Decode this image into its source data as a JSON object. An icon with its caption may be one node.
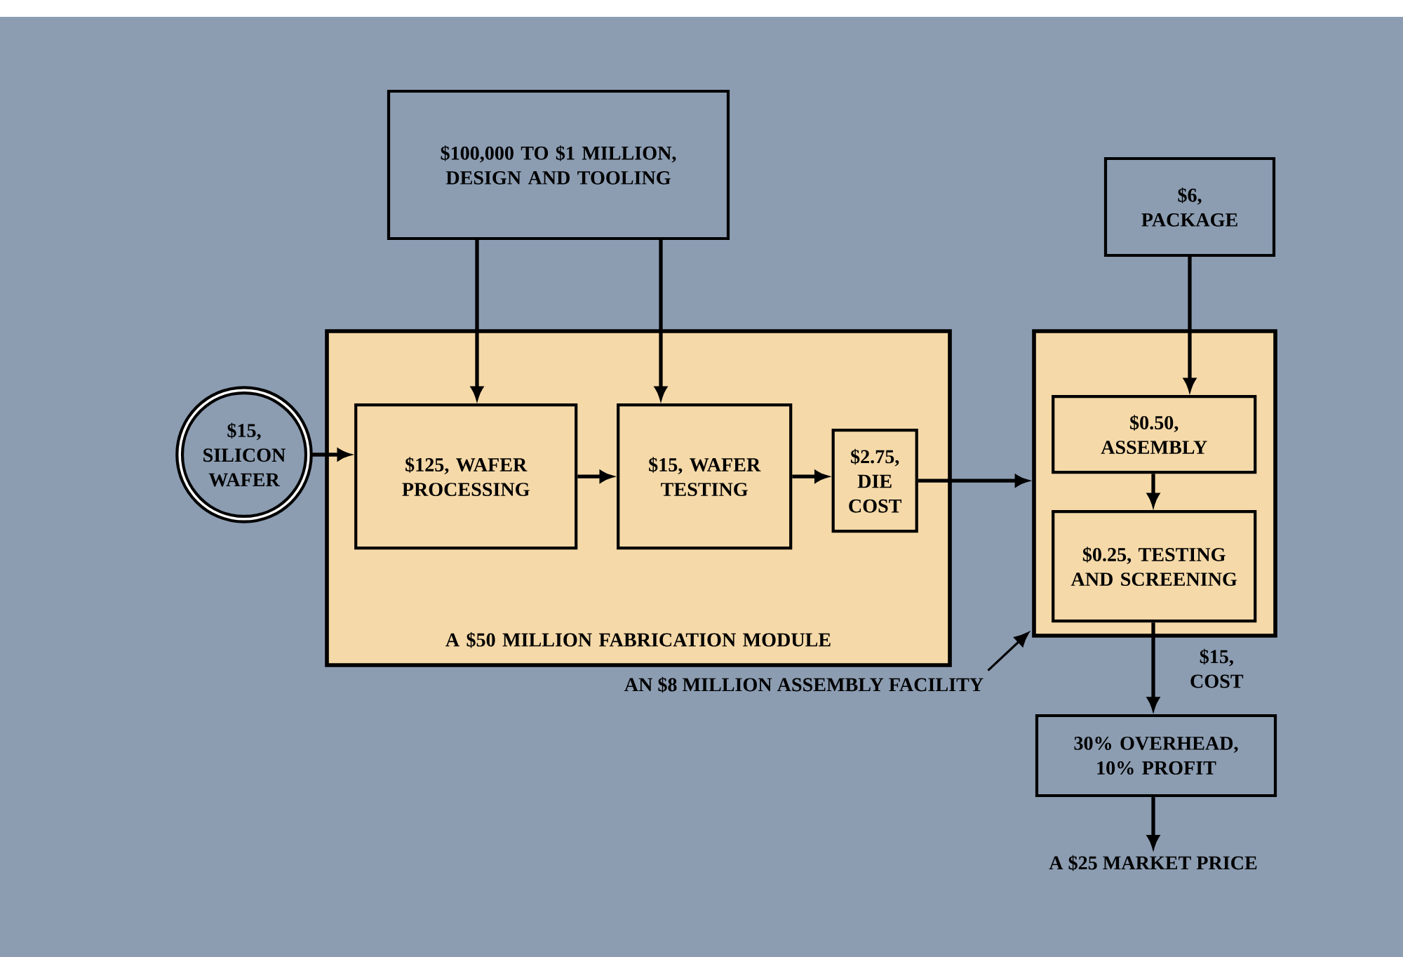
{
  "diagram": {
    "nodes": [
      {
        "text": [
          "$100,000 TO $1 MILLION, DESIGN AND TOOLING"
        ]
      },
      {
        "text": [
          "$6, PACKAGE"
        ]
      },
      {
        "text": [
          "$15, SILICON WAFER"
        ]
      },
      {
        "text": [
          "A $50 MILLION FABRICATION MODULE"
        ]
      },
      {
        "text": [
          "$125, WAFER PROCESSING"
        ],
        "in": 3
      },
      {
        "text": [
          "$15, WAFER TESTING"
        ],
        "in": 3
      },
      {
        "text": [
          "$2.75, DIE COST"
        ],
        "in": 3
      },
      {
        "text": [],
        "shape": "box"
      },
      {
        "text": [
          "$0.50, ASSEMBLY"
        ],
        "in": 7
      },
      {
        "text": [
          "$0.25, TESTING AND SCREENING"
        ],
        "in": 7
      },
      {
        "text": [
          "30% OVERHEAD, 10% PROFIT"
        ]
      },
      {
        "text": [
          "AN $8 MILLION ASSEMBLY FACILITY"
        ]
      },
      {
        "text": [
          "A $25 MARKET PRICE"
        ]
      }
    ],
    "edges": [
      {
        "from": 0,
        "to": 4,
        "arrow": "to"
      },
      {
        "from": 0,
        "to": 5,
        "arrow": "to"
      },
      {
        "from": 1,
        "to": 8,
        "arrow": "to"
      },
      {
        "from": 2,
        "to": 4,
        "arrow": "to"
      },
      {
        "from": 4,
        "to": 5,
        "arrow": "to"
      },
      {
        "from": 5,
        "to": 6,
        "arrow": "to"
      },
      {
        "from": 6,
        "to": 7,
        "arrow": "to"
      },
      {
        "from": 8,
        "to": 9,
        "arrow": "to"
      },
      {
        "from": 9,
        "to": 10,
        "label": "$15, COST",
        "arrow": "to"
      },
      {
        "from": 10,
        "to": 12,
        "arrow": "to"
      },
      {
        "from": 11,
        "to": 7,
        "arrow": "to"
      }
    ]
  }
}
